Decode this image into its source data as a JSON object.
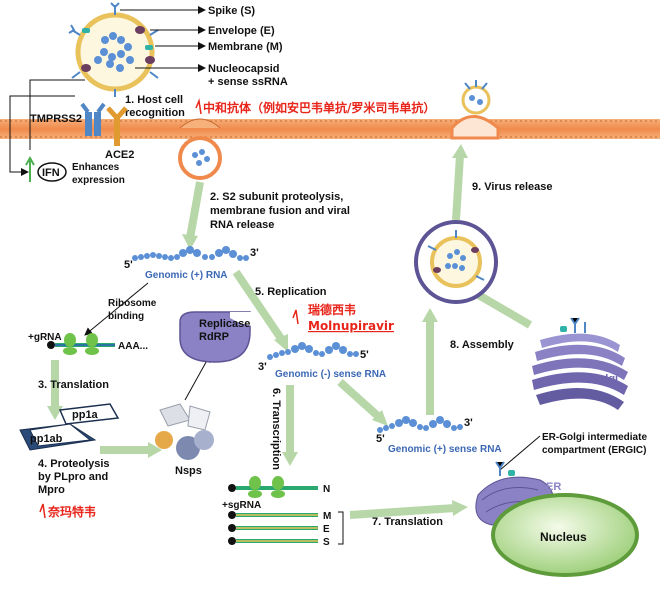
{
  "virion_labels": {
    "spike": "Spike (S)",
    "envelope": "Envelope (E)",
    "membrane": "Membrane (M)",
    "nucleocapsid": "Nucleocapsid",
    "ssrna": "+ sense ssRNA"
  },
  "host": {
    "tmprss2": "TMPRSS2",
    "ace2": "ACE2",
    "ifn": "IFN",
    "enhances_1": "Enhances",
    "enhances_2": "expression"
  },
  "steps": {
    "s1_a": "1. Host cell",
    "s1_b": "recognition",
    "s2_a": "2. S2 subunit  proteolysis,",
    "s2_b": "membrane fusion and viral",
    "s2_c": "RNA release",
    "ribosome_a": "Ribosome",
    "ribosome_b": "binding",
    "s3": "3. Translation",
    "s4_a": "4. Proteolysis",
    "s4_b": "by PLpro and",
    "s4_c": "Mpro",
    "s5": "5. Replication",
    "s6": "6. Transcription",
    "s7": "7. Translation",
    "s8": "8. Assembly",
    "s9": "9. Virus release"
  },
  "drugs": {
    "antibody": "中和抗体（例如安巴韦单抗/罗米司韦单抗）",
    "remdesivir": "瑞德西韦",
    "molnupiravir": "Molnupiravir",
    "nirmatrelvir": "奈玛特韦"
  },
  "rna": {
    "genomic_pos": "Genomic (+) RNA",
    "genomic_neg": "Genomic (-) sense RNA",
    "genomic_pos2": "Genomic (+) sense RNA",
    "five": "5'",
    "three": "3'",
    "gRNA": "+gRNA",
    "aaa": "AAA...",
    "sgRNA": "+sgRNA",
    "N": "N",
    "M": "M",
    "E": "E",
    "S": "S"
  },
  "proteins": {
    "pp1ab": "pp1ab",
    "pp1a": "pp1a",
    "nsps": "Nsps",
    "replicase": "Replicase",
    "rdrp": "RdRP"
  },
  "organelles": {
    "golgi": "Golgi",
    "ergic_1": "ER-Golgi intermediate",
    "ergic_2": "compartment (ERGIC)",
    "er": "ER",
    "nucleus": "Nucleus"
  },
  "colors": {
    "membrane": "#f3a36a",
    "arrow": "#b7d7a8",
    "rna": "#5b8fd6",
    "drug_red": "#e8251b",
    "golgi": "#8a82c4",
    "nucleus": "#b9e2a0"
  }
}
